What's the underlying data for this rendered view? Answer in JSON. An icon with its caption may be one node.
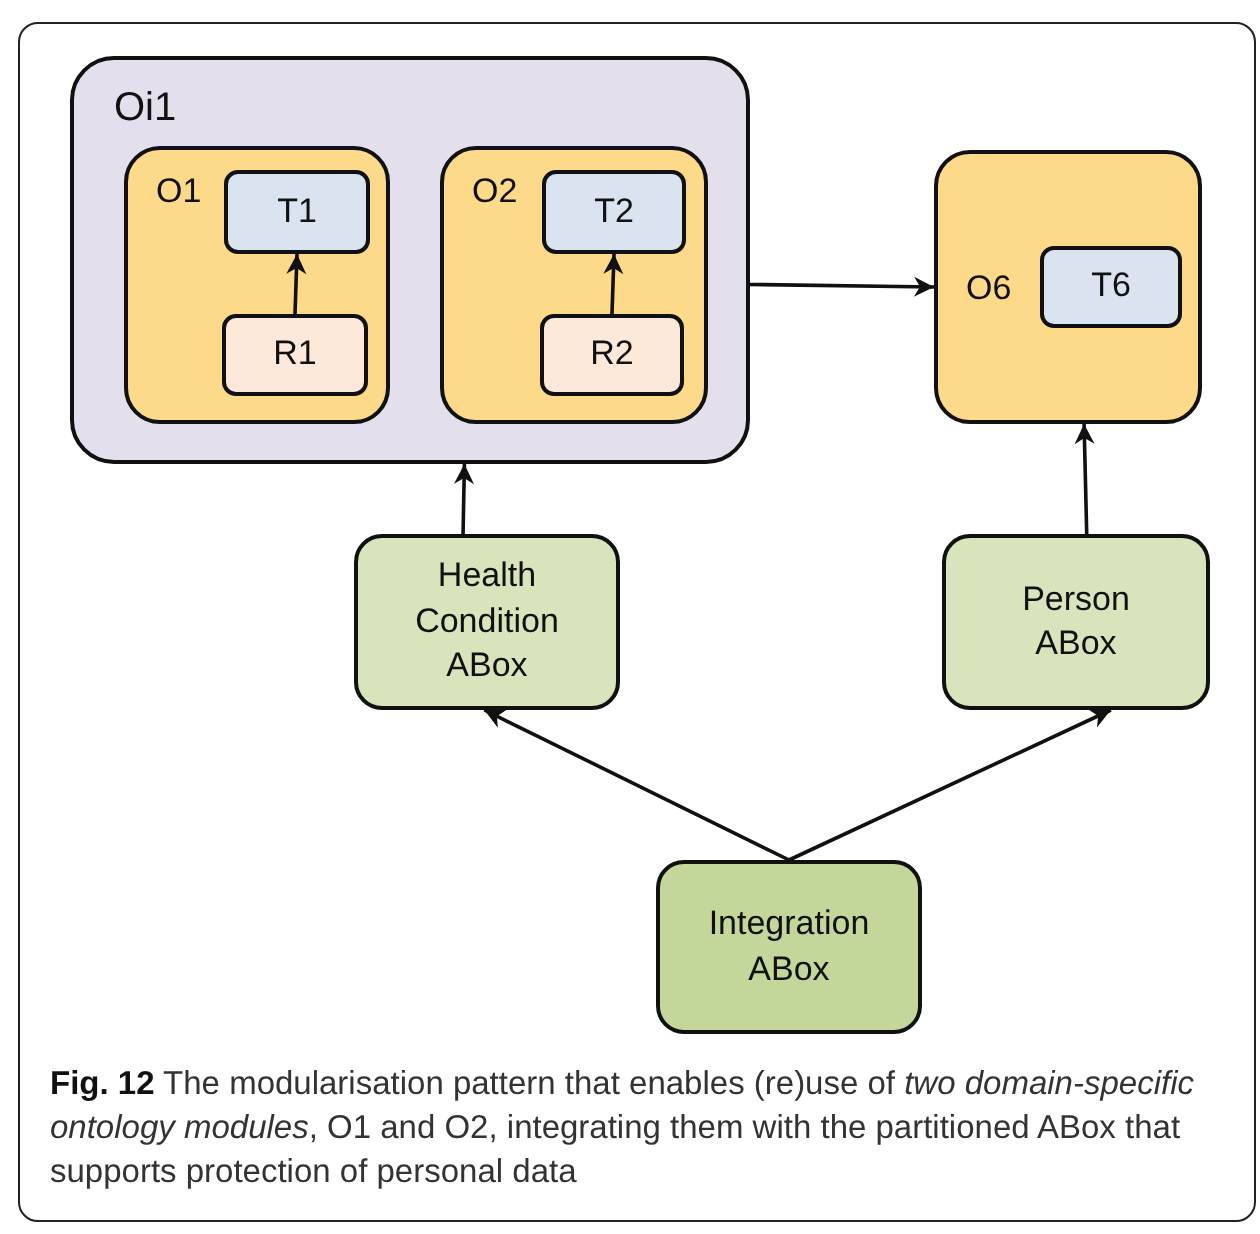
{
  "diagram": {
    "caption": "**Fig. 12** The modularisation pattern that enables (re)use of *two domain-specific ontology modules*, O1 and O2, integrating them with the partitioned ABox that supports protection of personal data",
    "nodes": [
      {
        "text": [
          "Oi1"
        ]
      },
      {
        "text": [
          "O1"
        ],
        "in": 0
      },
      {
        "text": [
          "T1"
        ],
        "in": 1
      },
      {
        "text": [
          "R1"
        ],
        "in": 1
      },
      {
        "text": [
          "O2"
        ],
        "in": 0
      },
      {
        "text": [
          "T2"
        ],
        "in": 4
      },
      {
        "text": [
          "R2"
        ],
        "in": 4
      },
      {
        "text": [
          "O6"
        ]
      },
      {
        "text": [
          "T6"
        ],
        "in": 7
      },
      {
        "text": [
          "Health Condition ABox"
        ]
      },
      {
        "text": [
          "Person ABox"
        ]
      },
      {
        "text": [
          "Integration ABox"
        ]
      }
    ],
    "edges": [
      {
        "from": 3,
        "to": 2,
        "arrow": "to"
      },
      {
        "from": 6,
        "to": 5,
        "arrow": "to"
      },
      {
        "from": 0,
        "to": 7,
        "arrow": "to"
      },
      {
        "from": 9,
        "to": 0,
        "arrow": "to"
      },
      {
        "from": 10,
        "to": 7,
        "arrow": "to"
      },
      {
        "from": 11,
        "to": 9,
        "arrow": "to"
      },
      {
        "from": 11,
        "to": 10,
        "arrow": "to"
      }
    ]
  }
}
